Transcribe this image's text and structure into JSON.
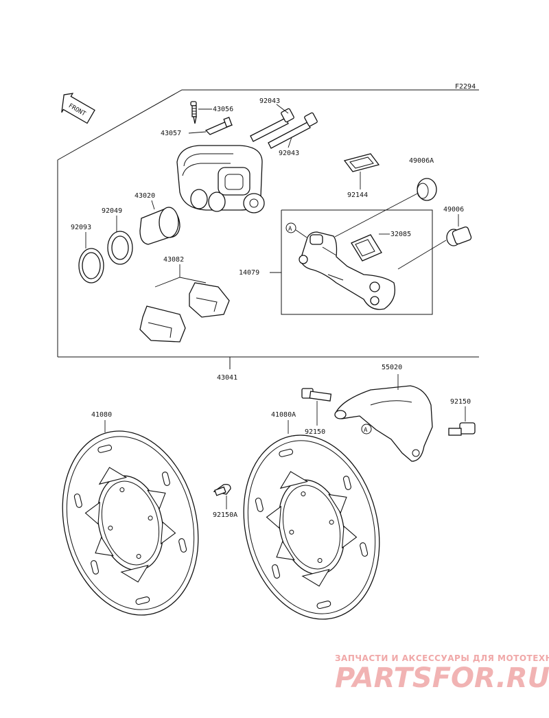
{
  "figure_code": "F2294",
  "front_marker": "FRONT",
  "callout_A": "A",
  "parts": {
    "p43056": "43056",
    "p43057": "43057",
    "p92043a": "92043",
    "p92043b": "92043",
    "p49006A": "49006A",
    "p92144": "92144",
    "p43020": "43020",
    "p92049": "92049",
    "p92093": "92093",
    "p49006": "49006",
    "p32085": "32085",
    "p14079": "14079",
    "p43082": "43082",
    "p43041": "43041",
    "p55020": "55020",
    "p92150": "92150",
    "p92150b": "92150",
    "p41080": "41080",
    "p41080A": "41080A",
    "p92150A": "92150A"
  },
  "watermark": {
    "tagline": "ЗАПЧАСТИ И АКСЕССУАРЫ ДЛЯ МОТОТЕХНИКИ",
    "logo": "PARTSFOR.RU"
  }
}
